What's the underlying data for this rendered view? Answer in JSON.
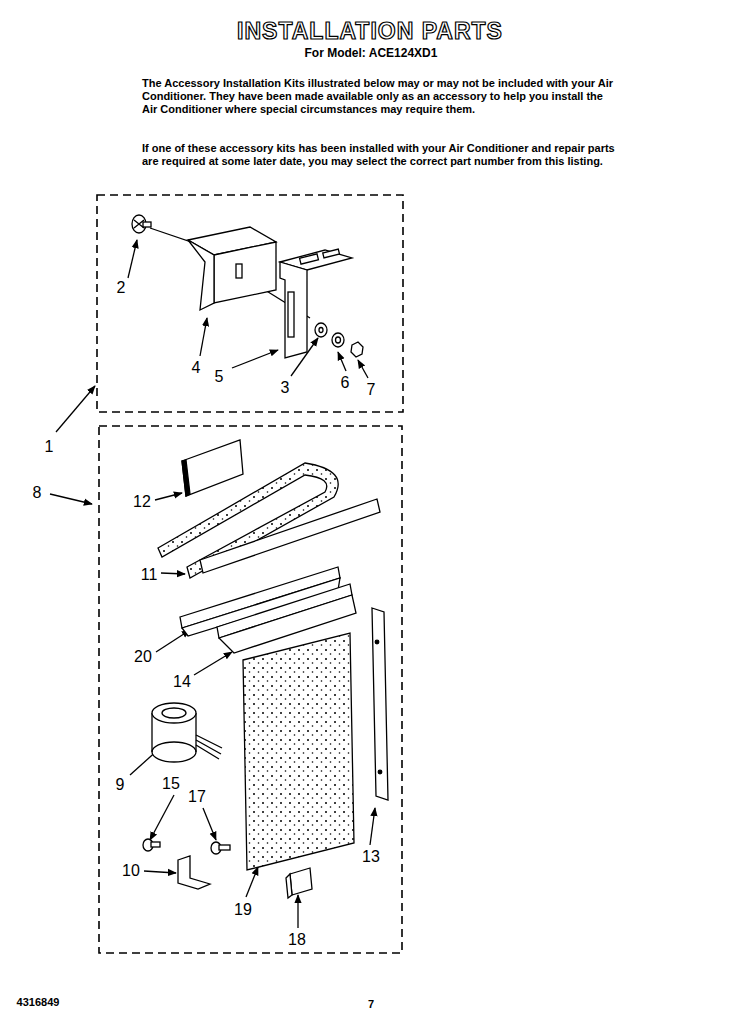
{
  "diagram": {
    "title": "INSTALLATION PARTS",
    "labels": [
      "For Model: ACE124XD1",
      "The Accessory Installation Kits illustrated below may or may not be included with your Air Conditioner. They have been made available only as an accessory to help you install the Air Conditioner where special circumstances may require them.",
      "If one of these accessory kits has been installed with your Air Conditioner and repair parts are required at some later date, you may select the correct part number from this listing.",
      "2",
      "4",
      "5",
      "3",
      "6",
      "7",
      "1",
      "8",
      "12",
      "11",
      "20",
      "14",
      "9",
      "15",
      "17",
      "10",
      "13",
      "19",
      "18",
      "4316849",
      "7"
    ]
  }
}
